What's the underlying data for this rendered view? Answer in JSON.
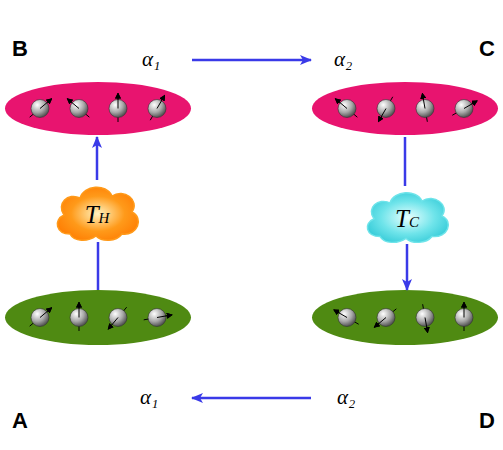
{
  "diagram": {
    "nodes": [
      {
        "text": [
          "B"
        ]
      },
      {
        "text": [
          "C"
        ]
      },
      {
        "text": [
          "TH"
        ]
      },
      {
        "text": [
          "TC"
        ]
      },
      {
        "text": [
          "A"
        ]
      },
      {
        "text": [
          "D"
        ]
      }
    ],
    "edges": [
      {
        "from": 0,
        "to": 1,
        "arrow": "to"
      },
      {
        "from": 4,
        "to": 2,
        "arrow": "none"
      },
      {
        "from": 2,
        "to": 0,
        "arrow": "to"
      },
      {
        "from": 1,
        "to": 3,
        "arrow": "none"
      },
      {
        "from": 3,
        "to": 5,
        "arrow": "to"
      },
      {
        "from": 5,
        "to": 4,
        "arrow": "to"
      }
    ],
    "labels": [
      "α₁",
      "α₂",
      "α₂",
      "α₁"
    ]
  }
}
